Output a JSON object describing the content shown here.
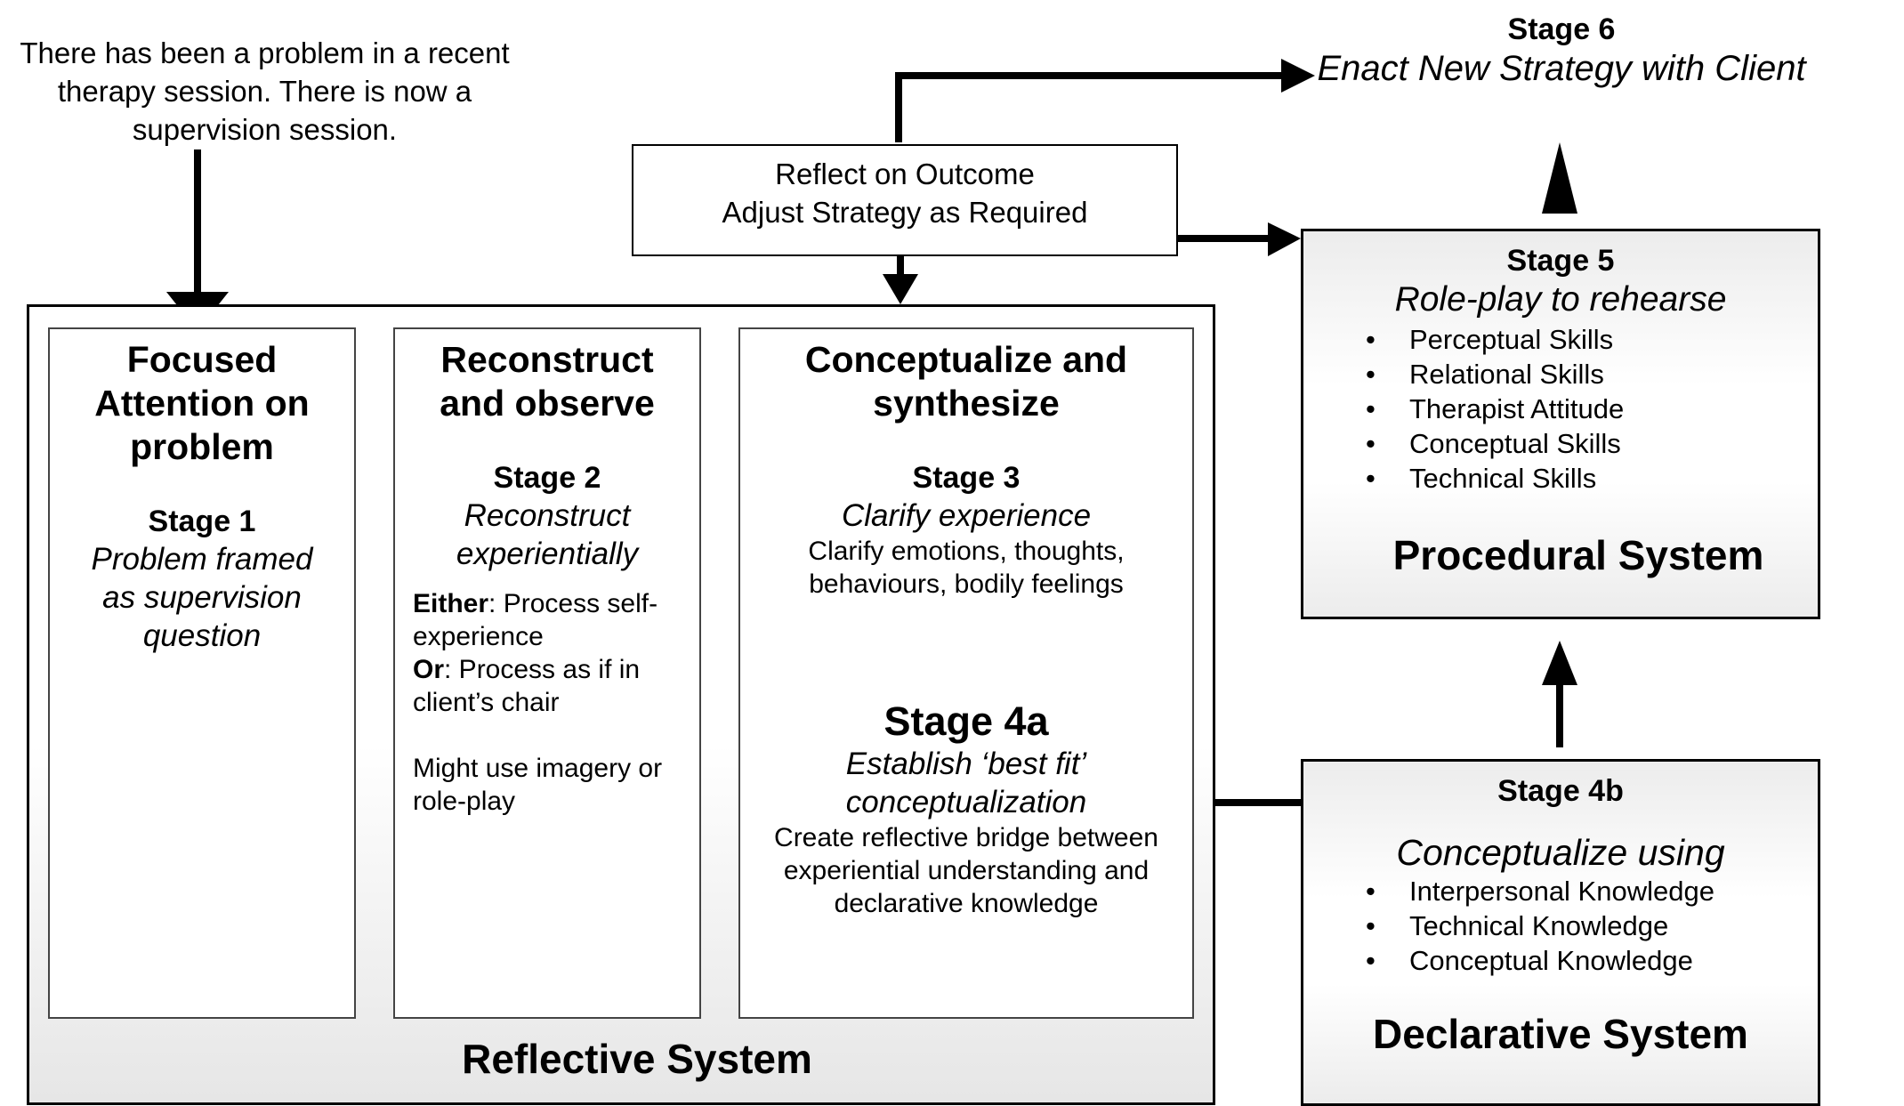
{
  "intro_text": "There has been a problem in a recent therapy session. There is now a supervision session.",
  "reflect_box": {
    "line1": "Reflect on Outcome",
    "line2": "Adjust Strategy as Required"
  },
  "stage6": {
    "label": "Stage 6",
    "title": "Enact New Strategy with Client"
  },
  "stage5": {
    "label": "Stage 5",
    "title": "Role-play to rehearse",
    "items": [
      "Perceptual Skills",
      "Relational Skills",
      "Therapist Attitude",
      "Conceptual Skills",
      "Technical Skills"
    ],
    "system": "Procedural System"
  },
  "stage4b": {
    "label": "Stage 4b",
    "title": "Conceptualize using",
    "items": [
      "Interpersonal Knowledge",
      "Technical Knowledge",
      "Conceptual Knowledge"
    ],
    "system": "Declarative System"
  },
  "reflective_system": {
    "label": "Reflective System",
    "col1": {
      "heading": "Focused Attention on problem",
      "stage": "Stage 1",
      "desc": "Problem framed as supervision question"
    },
    "col2": {
      "heading": "Reconstruct and observe",
      "stage": "Stage 2",
      "desc": "Reconstruct experientially",
      "either_label": "Either",
      "either_text": ": Process self-experience",
      "or_label": "Or",
      "or_text": ": Process as if in client’s chair",
      "note": "Might use imagery or role-play"
    },
    "col3": {
      "heading": "Conceptualize and synthesize",
      "stage3_label": "Stage 3",
      "stage3_desc": "Clarify experience",
      "stage3_body": "Clarify emotions, thoughts, behaviours, bodily feelings",
      "stage4a_label": "Stage 4a",
      "stage4a_desc": "Establish ‘best fit’ conceptualization",
      "stage4a_body": "Create reflective bridge between experiential understanding and declarative knowledge"
    }
  }
}
